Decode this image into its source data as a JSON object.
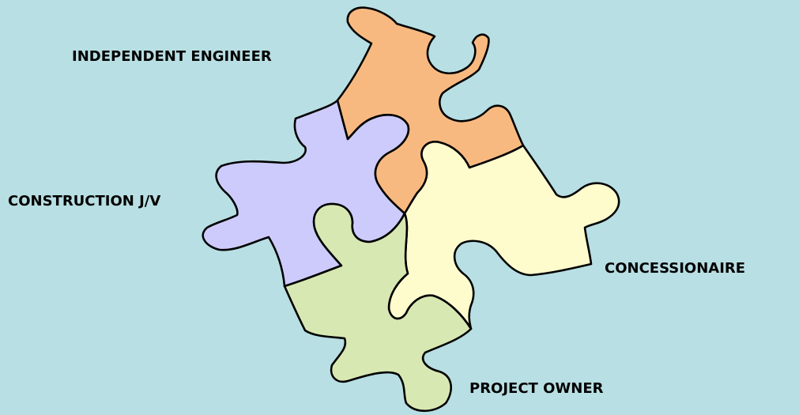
{
  "labels": {
    "independent_engineer": "INDEPENDENT ENGINEER",
    "construction_jv": "CONSTRUCTION J/V",
    "concessionaire": "CONCESSIONAIRE",
    "project_owner": "PROJECT OWNER"
  },
  "pieces": [
    {
      "name": "independent-engineer-piece",
      "color": "#f8b980"
    },
    {
      "name": "construction-jv-piece",
      "color": "#cccbfb"
    },
    {
      "name": "concessionaire-piece",
      "color": "#fefbcd"
    },
    {
      "name": "project-owner-piece",
      "color": "#d8e8b3"
    }
  ],
  "colors": {
    "background": "#b8dfe3",
    "outline": "#000000"
  }
}
